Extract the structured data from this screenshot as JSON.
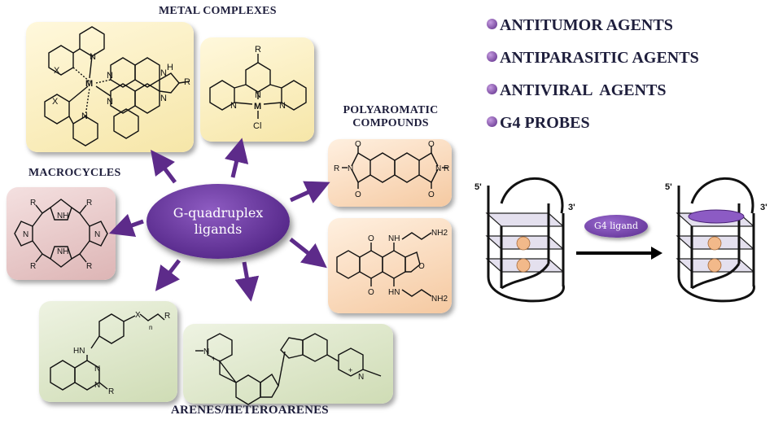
{
  "center_label_line1": "G-quadruplex",
  "center_label_line2": "ligands",
  "categories": {
    "metal": "METAL COMPLEXES",
    "polyaromatic_line1": "POLYAROMATIC",
    "polyaromatic_line2": "COMPOUNDS",
    "macrocycles": "MACROCYCLES",
    "arenes": "ARENES/HETEROARENES"
  },
  "activities": [
    "ANTITUMOR AGENTS",
    "ANTIPARASITIC AGENTS",
    "ANTIVIRAL  AGENTS",
    "G4 PROBES"
  ],
  "g4_pill_label": "G4 ligand",
  "strand_labels": {
    "five_prime": "5'",
    "three_prime": "3'"
  },
  "atoms": {
    "M": "M",
    "X": "X",
    "N": "N",
    "R": "R",
    "Cl": "Cl",
    "H": "H",
    "NH": "NH",
    "HN": "HN",
    "O": "O",
    "NH2": "NH2",
    "n": "n",
    "plus": "+"
  }
}
